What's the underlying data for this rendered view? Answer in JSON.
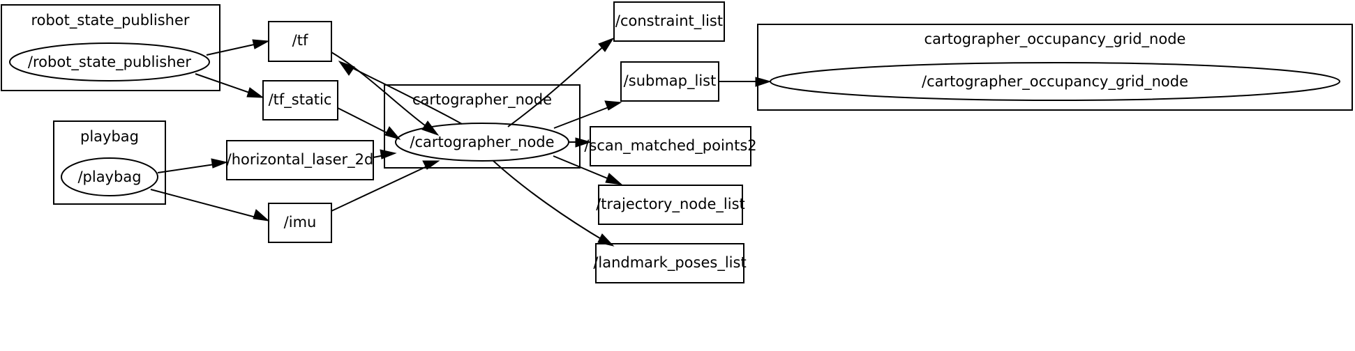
{
  "diagram": {
    "type": "ros-node-graph",
    "title": "",
    "background_color": "#ffffff",
    "line_color": "#000000",
    "clusters": [
      {
        "id": "robot_state_publisher",
        "label": "robot_state_publisher",
        "node_label": "/robot_state_publisher"
      },
      {
        "id": "playbag",
        "label": "playbag",
        "node_label": "/playbag"
      },
      {
        "id": "cartographer_node",
        "label": "cartographer_node",
        "node_label": "/cartographer_node"
      },
      {
        "id": "cartographer_occupancy_grid_node",
        "label": "cartographer_occupancy_grid_node",
        "node_label": "/cartographer_occupancy_grid_node"
      }
    ],
    "topics": [
      {
        "id": "tf",
        "label": "/tf"
      },
      {
        "id": "tf_static",
        "label": "/tf_static"
      },
      {
        "id": "horizontal_laser_2d",
        "label": "/horizontal_laser_2d"
      },
      {
        "id": "imu",
        "label": "/imu"
      },
      {
        "id": "constraint_list",
        "label": "/constraint_list"
      },
      {
        "id": "submap_list",
        "label": "/submap_list"
      },
      {
        "id": "scan_matched_points2",
        "label": "/scan_matched_points2"
      },
      {
        "id": "trajectory_node_list",
        "label": "/trajectory_node_list"
      },
      {
        "id": "landmark_poses_list",
        "label": "/landmark_poses_list"
      }
    ],
    "edges": [
      {
        "from": "/robot_state_publisher",
        "to": "/tf"
      },
      {
        "from": "/robot_state_publisher",
        "to": "/tf_static"
      },
      {
        "from": "/tf",
        "to": "/cartographer_node"
      },
      {
        "from": "/cartographer_node",
        "to": "/tf"
      },
      {
        "from": "/tf_static",
        "to": "/cartographer_node"
      },
      {
        "from": "/playbag",
        "to": "/horizontal_laser_2d"
      },
      {
        "from": "/playbag",
        "to": "/imu"
      },
      {
        "from": "/horizontal_laser_2d",
        "to": "/cartographer_node"
      },
      {
        "from": "/imu",
        "to": "/cartographer_node"
      },
      {
        "from": "/cartographer_node",
        "to": "/constraint_list"
      },
      {
        "from": "/cartographer_node",
        "to": "/submap_list"
      },
      {
        "from": "/cartographer_node",
        "to": "/scan_matched_points2"
      },
      {
        "from": "/cartographer_node",
        "to": "/trajectory_node_list"
      },
      {
        "from": "/cartographer_node",
        "to": "/landmark_poses_list"
      },
      {
        "from": "/submap_list",
        "to": "/cartographer_occupancy_grid_node"
      }
    ]
  }
}
